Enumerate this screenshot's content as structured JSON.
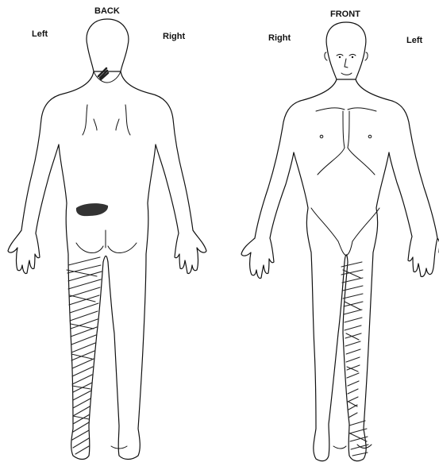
{
  "back_view": {
    "title": "BACK",
    "left_label": "Left",
    "right_label": "Right"
  },
  "front_view": {
    "title": "FRONT",
    "left_label": "Left",
    "right_label": "Right"
  }
}
